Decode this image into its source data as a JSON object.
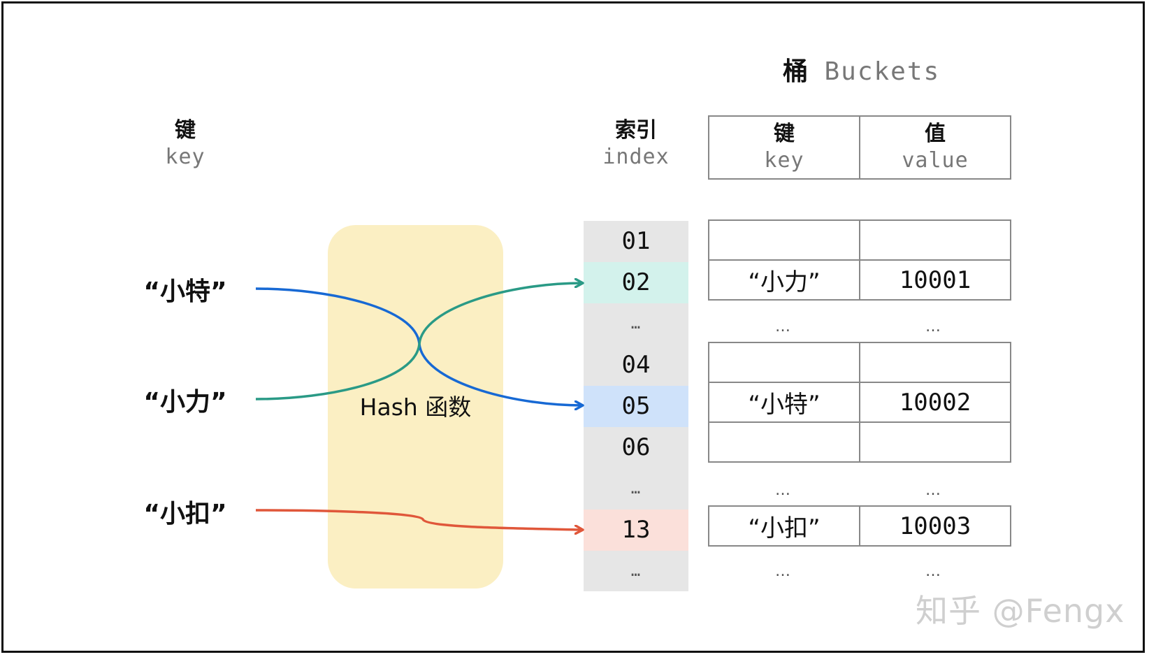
{
  "headers": {
    "key_cn": "键",
    "key_en": "key",
    "index_cn": "索引",
    "index_en": "index",
    "buckets_cn": "桶",
    "buckets_en": "Buckets",
    "bucket_key_cn": "键",
    "bucket_key_en": "key",
    "bucket_value_cn": "值",
    "bucket_value_en": "value"
  },
  "keys": [
    "“小特”",
    "“小力”",
    "“小扣”"
  ],
  "hash_label": "Hash 函数",
  "index_cells": [
    "01",
    "02",
    "…",
    "04",
    "05",
    "06",
    "…",
    "13",
    "…"
  ],
  "index_highlights": {
    "02": "#d3f2ec",
    "05": "#cfe2fa",
    "13": "#fbe0da"
  },
  "buckets": {
    "group1": [
      [
        "",
        ""
      ],
      [
        "“小力”",
        "10001"
      ]
    ],
    "group2": [
      [
        "",
        ""
      ],
      [
        "“小特”",
        "10002"
      ],
      [
        "",
        ""
      ]
    ],
    "group3": [
      [
        "“小扣”",
        "10003"
      ]
    ],
    "dots": "…"
  },
  "arrows": [
    {
      "from": "“小特”",
      "to": "05",
      "color": "#1769d4"
    },
    {
      "from": "“小力”",
      "to": "02",
      "color": "#2a9a86"
    },
    {
      "from": "“小扣”",
      "to": "13",
      "color": "#e0573a"
    }
  ],
  "watermark": "知乎 @Fengx"
}
